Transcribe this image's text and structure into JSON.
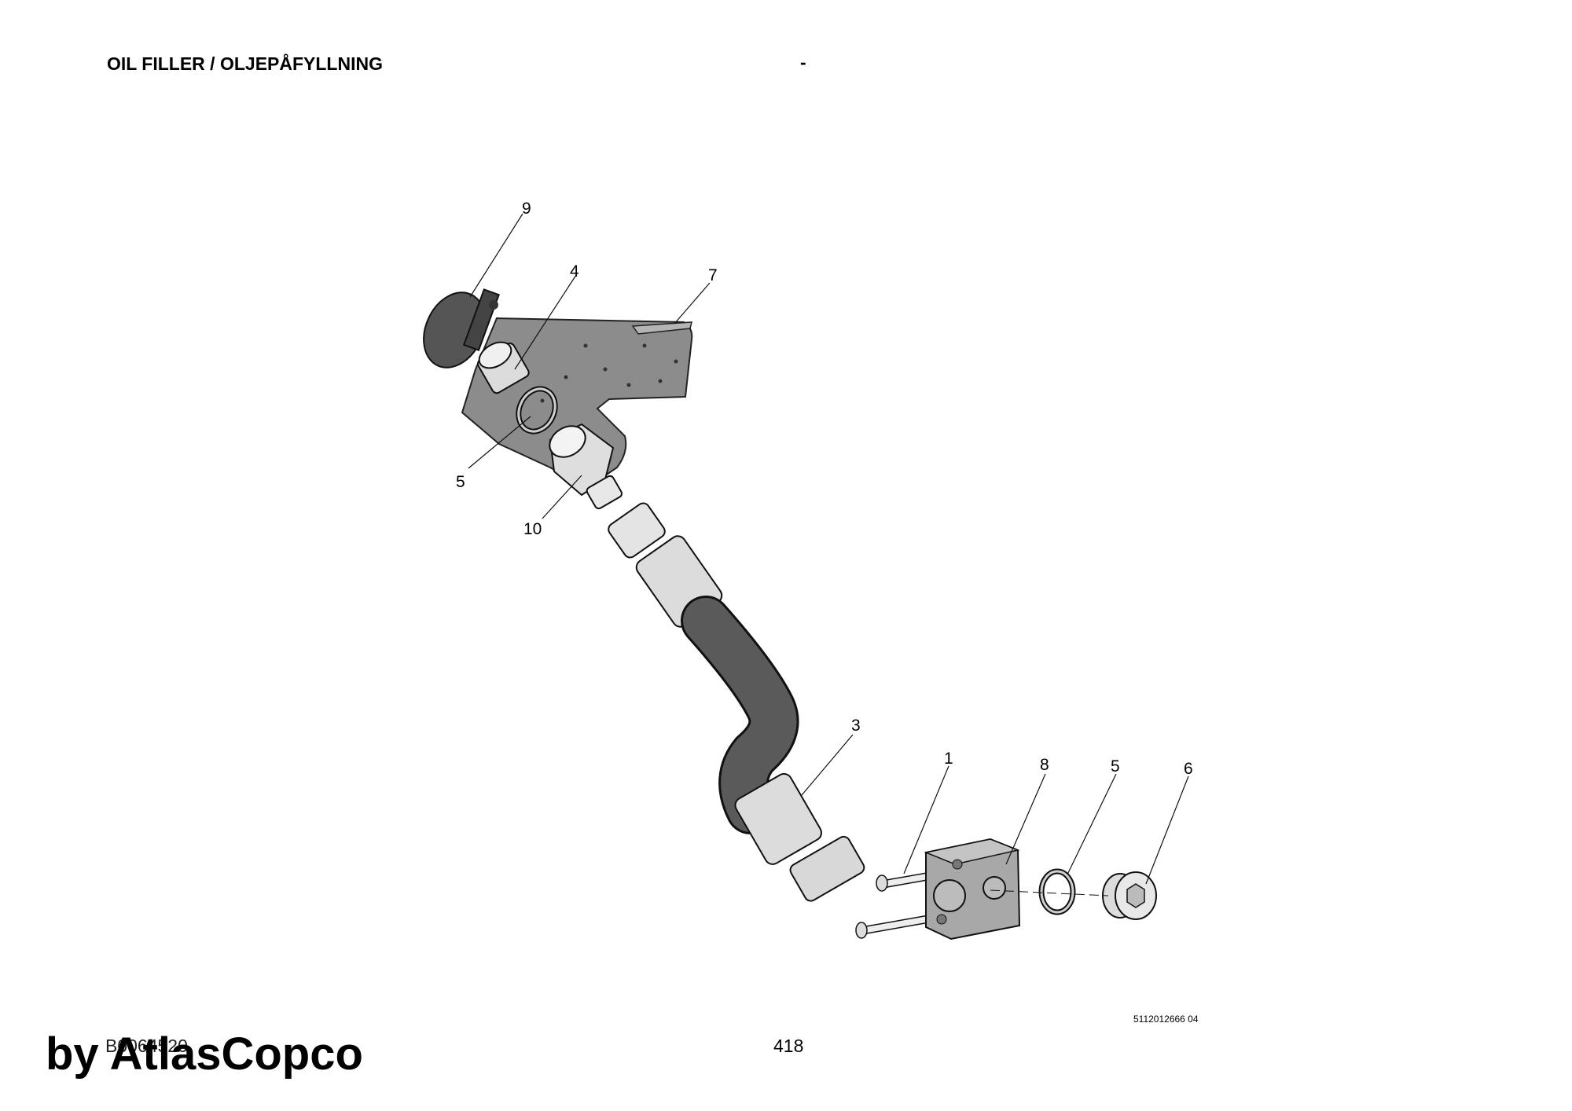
{
  "header": {
    "title": "OIL FILLER / OLJEPÅFYLLNING",
    "separator": "-"
  },
  "callouts": {
    "c9": "9",
    "c4": "4",
    "c7": "7",
    "c5a": "5",
    "c10": "10",
    "c3": "3",
    "c1": "1",
    "c8": "8",
    "c5b": "5",
    "c6": "6"
  },
  "footer": {
    "watermark": "by AtlasCopco",
    "doc_id": "B0064520",
    "page_number": "418",
    "figure_ref": "5112012666 04"
  }
}
